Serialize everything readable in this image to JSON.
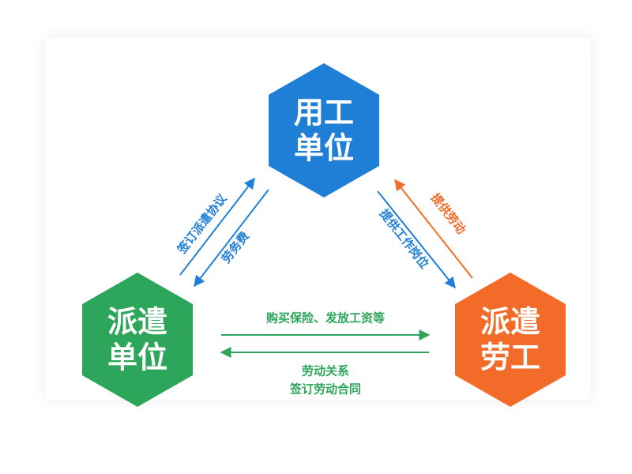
{
  "nodes": {
    "employer": {
      "line1": "用工",
      "line2": "单位",
      "color": "#1f7fd6"
    },
    "dispatch_unit": {
      "line1": "派遣",
      "line2": "单位",
      "color": "#2da55a"
    },
    "dispatched_worker": {
      "line1": "派遣",
      "line2": "劳工",
      "color": "#f36b28"
    }
  },
  "edges": {
    "sign_agreement": "签订派遣协议",
    "labor_fee": "劳务费",
    "provide_labor": "提供劳动",
    "provide_position": "提供工作岗位",
    "insurance_wages": "购买保险、发放工资等",
    "labor_relation": "劳动关系",
    "sign_contract": "签订劳动合同"
  },
  "colors": {
    "blue": "#1f7fd6",
    "green": "#2da55a",
    "orange": "#f36b28"
  }
}
